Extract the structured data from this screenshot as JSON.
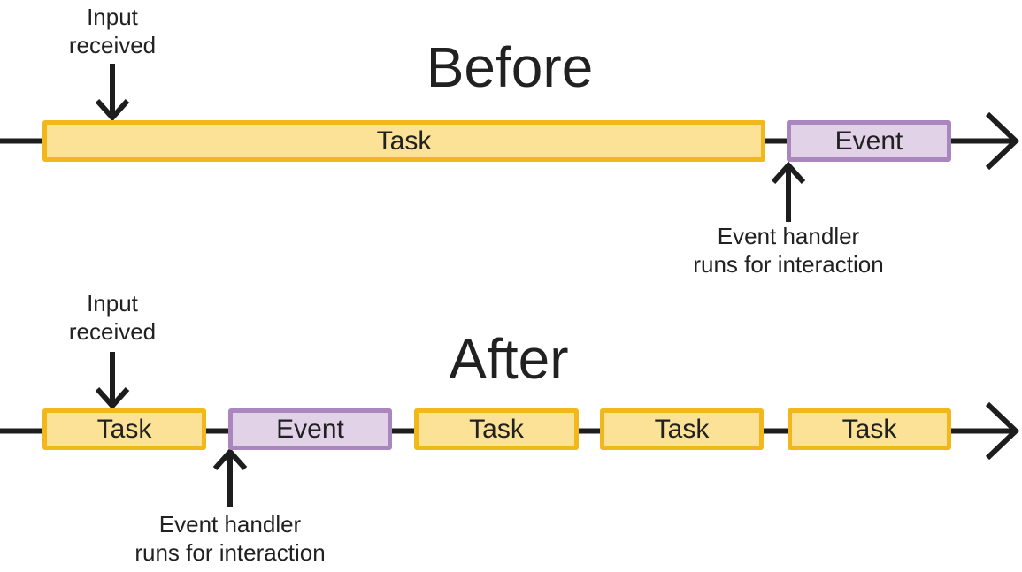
{
  "colors": {
    "task_fill": "#FBE296",
    "task_border": "#F2B71B",
    "event_fill": "#E2D2E8",
    "event_border": "#A987BE",
    "line": "#1D1D1D",
    "text": "#212121"
  },
  "before": {
    "title": "Before",
    "input_label": "Input\nreceived",
    "handler_label": "Event handler\nruns for interaction",
    "segments": [
      {
        "type": "task",
        "label": "Task"
      },
      {
        "type": "event",
        "label": "Event"
      }
    ]
  },
  "after": {
    "title": "After",
    "input_label": "Input\nreceived",
    "handler_label": "Event handler\nruns for interaction",
    "segments": [
      {
        "type": "task",
        "label": "Task"
      },
      {
        "type": "event",
        "label": "Event"
      },
      {
        "type": "task",
        "label": "Task"
      },
      {
        "type": "task",
        "label": "Task"
      },
      {
        "type": "task",
        "label": "Task"
      }
    ]
  }
}
